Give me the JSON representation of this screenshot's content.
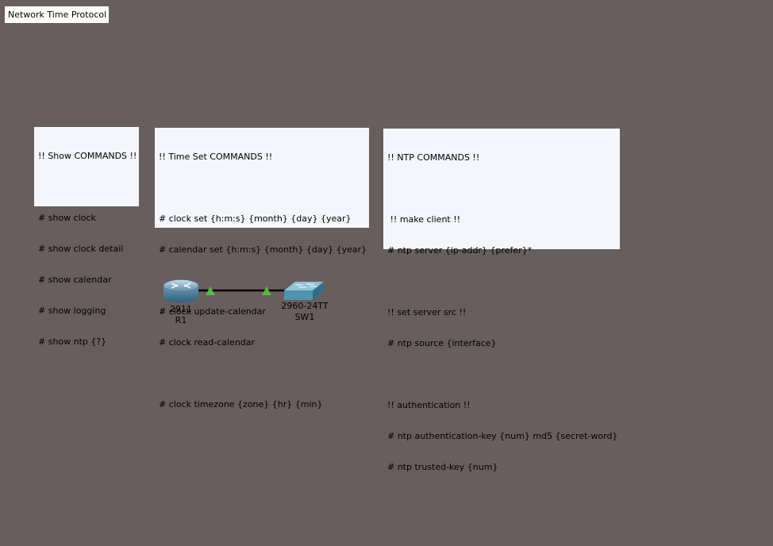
{
  "title_label": "Network Time Protocol",
  "notes": {
    "show": {
      "lines": [
        "!! Show COMMANDS !!",
        "",
        "# show clock",
        "# show clock detail",
        "# show calendar",
        "# show logging",
        "# show ntp {?}"
      ]
    },
    "time_set": {
      "lines": [
        "!! Time Set COMMANDS !!",
        "",
        "# clock set {h:m:s} {month} {day} {year}",
        "# calendar set {h:m:s} {month} {day} {year}",
        "",
        "# clock update-calendar",
        "# clock read-calendar",
        "",
        "# clock timezone {zone} {hr} {min}"
      ]
    },
    "ntp": {
      "lines": [
        "!! NTP COMMANDS !!",
        "",
        " !! make client !!",
        "# ntp server {ip-addr} {prefer}*",
        "",
        "!! set server src !!",
        "# ntp source {interface}",
        "",
        "!! authentication !!",
        "# ntp authentication-key {num} md5 {secret-word}",
        "# ntp trusted-key {num}"
      ]
    }
  },
  "devices": {
    "router": {
      "model": "2911",
      "name": "R1",
      "icon": "router-icon"
    },
    "switch": {
      "model": "2960-24TT",
      "name": "SW1",
      "icon": "switch-icon"
    }
  },
  "link": {
    "status": "up",
    "color": "#000000",
    "port_indicator_color": "#5cb848"
  },
  "colors": {
    "workspace_background": "#695e5e",
    "note_background": "#f5f6fb"
  }
}
